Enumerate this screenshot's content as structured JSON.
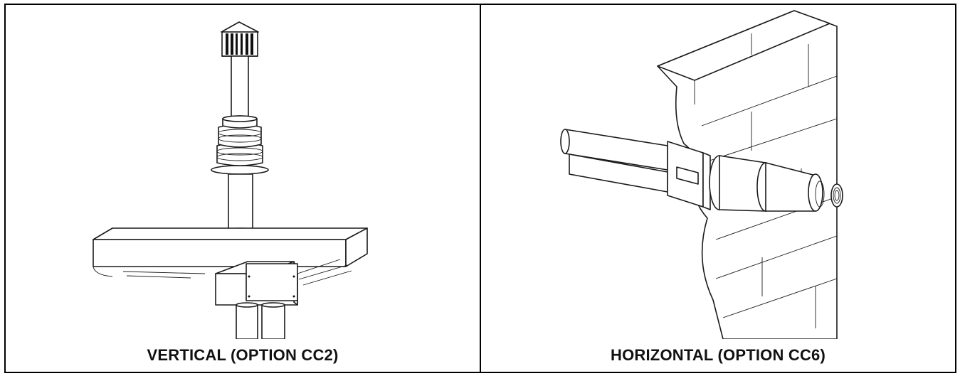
{
  "panels": [
    {
      "caption": "VERTICAL (OPTION CC2)",
      "illustration": "vertical-vent-termination"
    },
    {
      "caption": "HORIZONTAL (OPTION CC6)",
      "illustration": "horizontal-wall-vent-termination"
    }
  ]
}
